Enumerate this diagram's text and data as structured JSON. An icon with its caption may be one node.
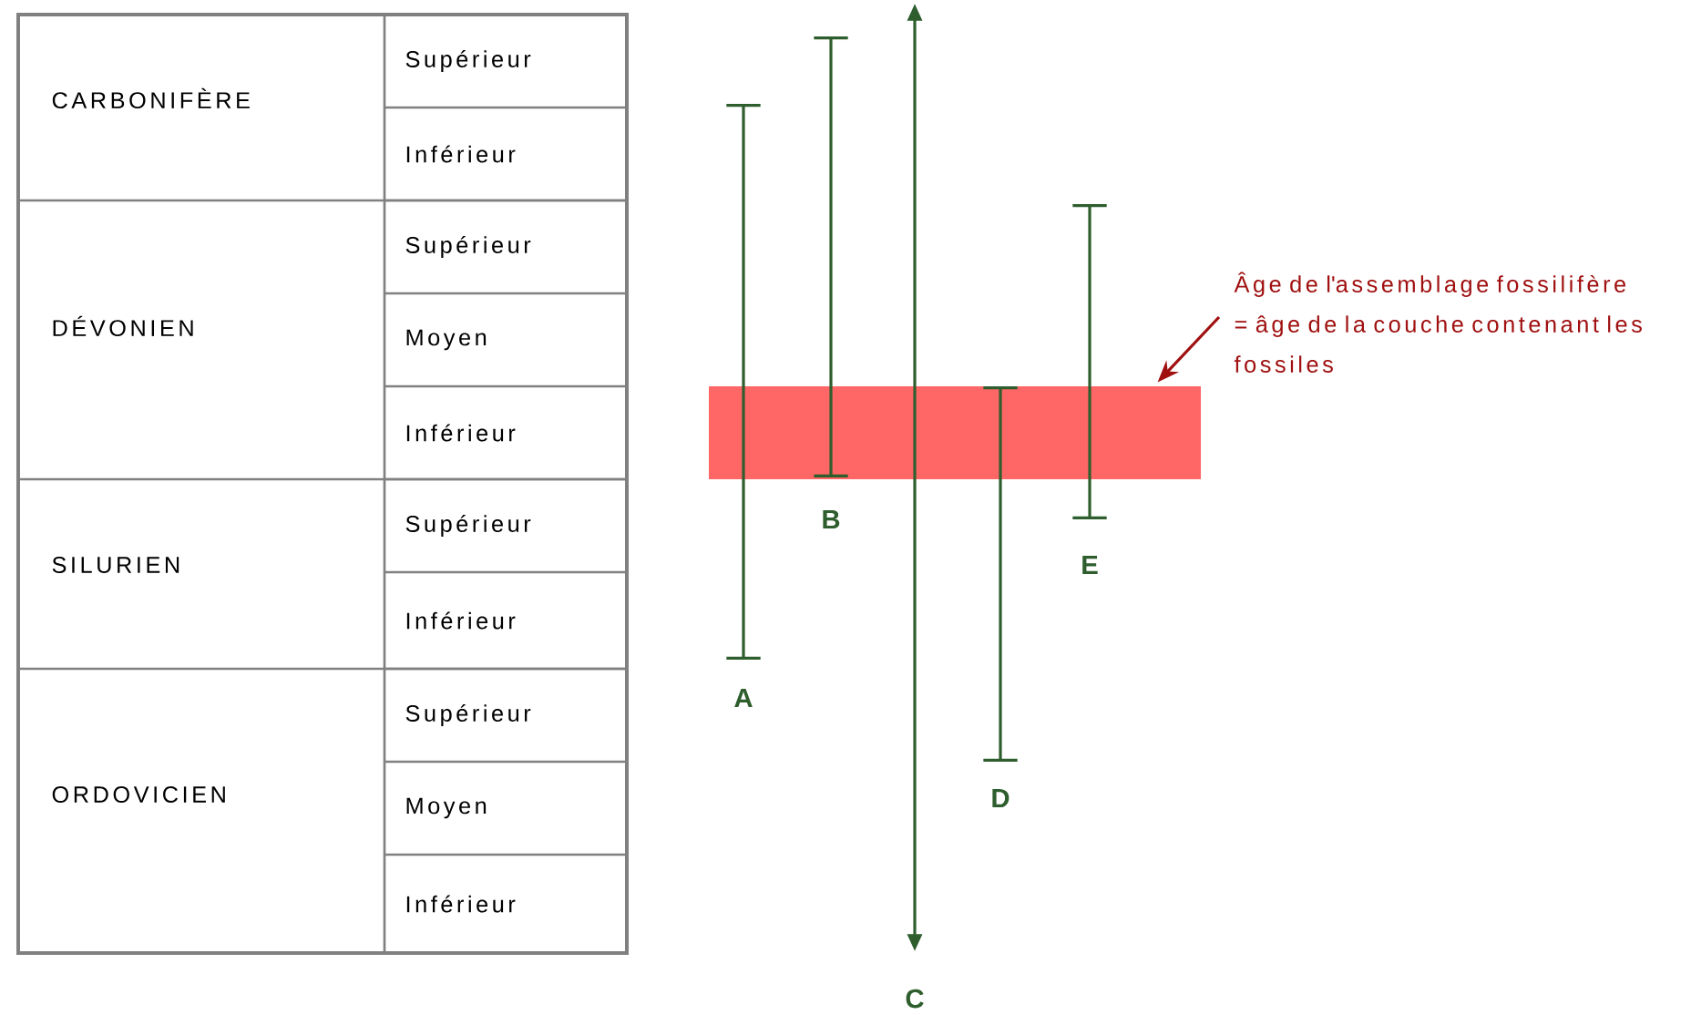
{
  "diagram": {
    "nodes": [
      {
        "text": [],
        "shape": "bar"
      },
      {
        "text": [
          "Âge de l'assemblage fossilifère = âge de la couche contenant les fossiles"
        ]
      }
    ],
    "edges": [
      {
        "from": 1,
        "to": 0,
        "arrow": "to"
      }
    ],
    "labels": [
      "CARBONIFÈRE",
      "Supérieur",
      "Inférieur",
      "DÉVONIEN",
      "Supérieur",
      "Moyen",
      "Inférieur",
      "SILURIEN",
      "Supérieur",
      "Inférieur",
      "ORDOVICIEN",
      "Supérieur",
      "Moyen",
      "Inférieur",
      "A",
      "B",
      "C",
      "D",
      "E"
    ]
  }
}
